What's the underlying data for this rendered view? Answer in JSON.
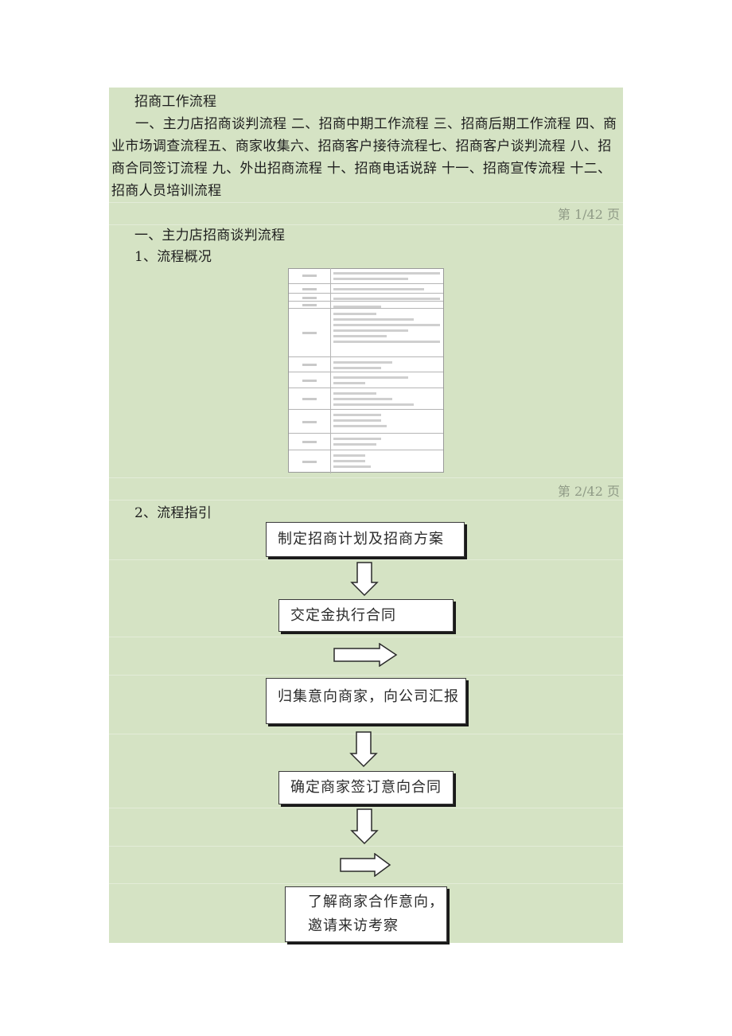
{
  "document": {
    "title": "招商工作流程",
    "toc_paragraph": "一、主力店招商谈判流程 二、招商中期工作流程 三、招商后期工作流程 四、商业市场调查流程五、商家收集六、招商客户接待流程七、招商客户谈判流程 八、招商合同签订流程 九、外出招商流程 十、招商电话说辞 十一、招商宣传流程 十二、招商人员培训流程",
    "page_markers": [
      "第 1/42 页",
      "第 2/42 页"
    ],
    "section_heading": "一、主力店招商谈判流程",
    "subsection_1": "1、流程概况",
    "subsection_2": "2、流程指引",
    "background_color": "#d5e3c4",
    "page_marker_color": "#8f9a86"
  },
  "overview_table_image": {
    "description": "embedded table image (text illegible)",
    "rows": [
      {
        "lines": 2
      },
      {
        "lines": 1
      },
      {
        "lines": 1
      },
      {
        "lines": 1
      },
      {
        "lines": 6
      },
      {
        "lines": 2
      },
      {
        "lines": 2
      },
      {
        "lines": 3
      },
      {
        "lines": 3
      },
      {
        "lines": 2
      },
      {
        "lines": 3
      }
    ]
  },
  "flowchart": {
    "steps": [
      "制定招商计划及招商方案",
      "交定金执行合同",
      "归集意向商家，向公司汇报",
      "确定商家签订意向合同",
      "了解商家合作意向，\n邀请来访考察"
    ],
    "arrows": [
      "down-arrow",
      "right-arrow",
      "down-arrow",
      "down-arrow",
      "right-arrow"
    ]
  }
}
